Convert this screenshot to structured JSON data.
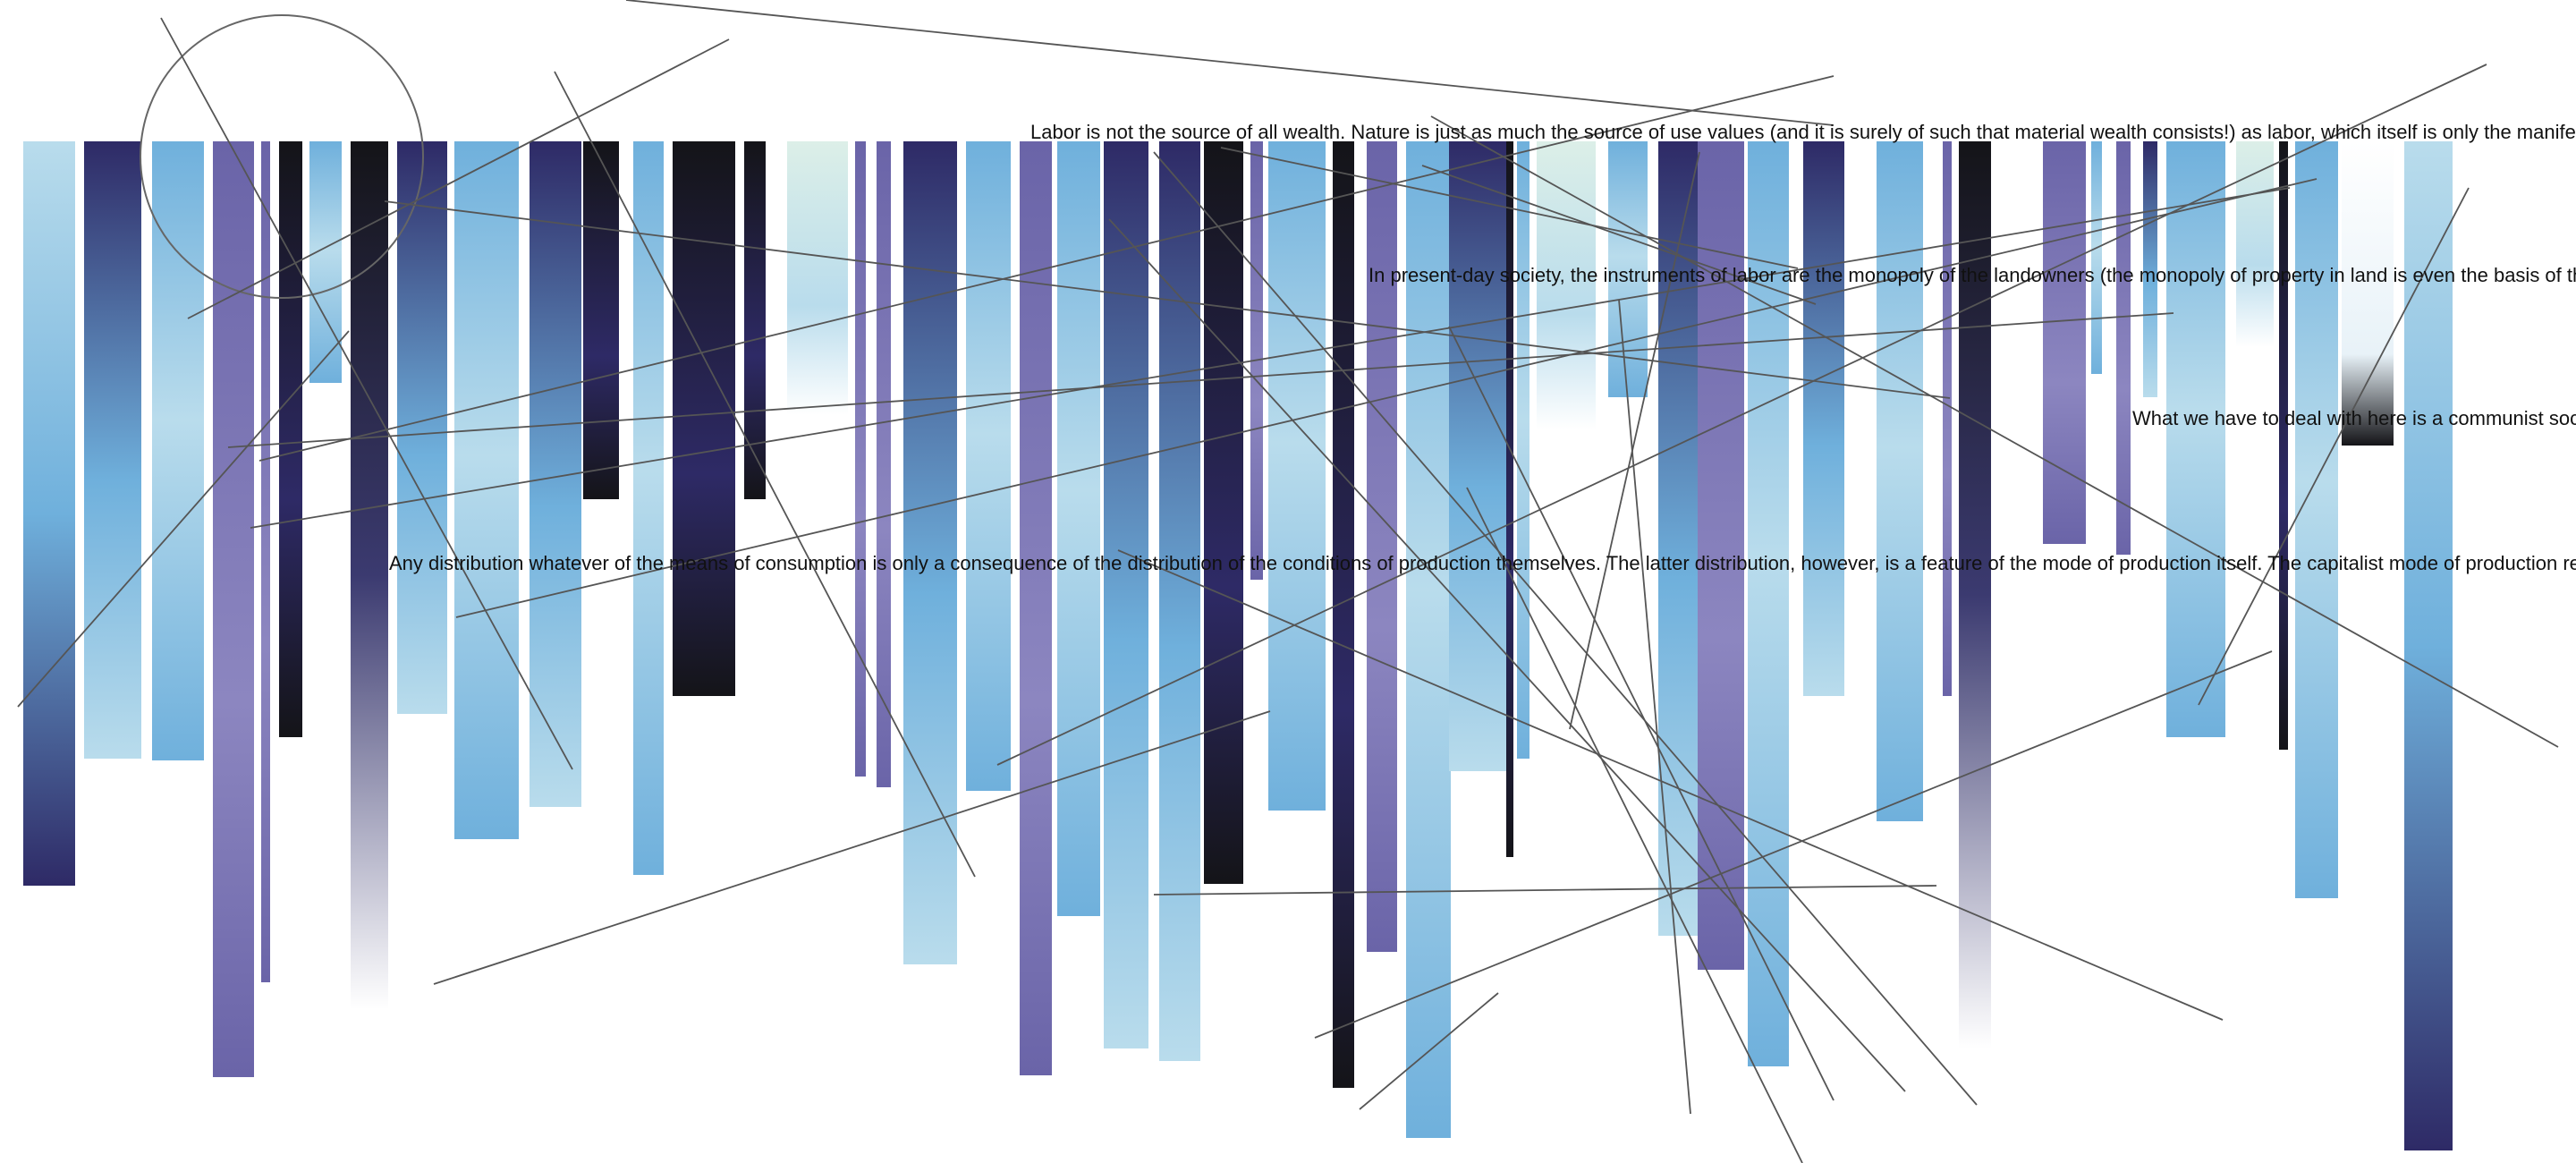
{
  "palette": {
    "background": "#ffffff",
    "sky_blue": "#6fb0dc",
    "pale_blue": "#b9dcec",
    "indigo": "#2e2a66",
    "violet": "#6a64a8",
    "black": "#141418",
    "line": "#555555"
  },
  "quotes": [
    "Labor is not the source of all wealth. Nature is just as much the source of use values (and it is surely of such that material wealth consists!) as labor, which itself is only the manifestation of a force of nature, human labor power.",
    "In present-day society, the instruments of labor are the monopoly of the landowners (the monopoly of property in land is even the basis of the monopoly of capital) and the capitalists.",
    "What we have to deal with here is a communist society, not as it has developed on its own foundations, but, on the contrary, just as it emerges from capitalist society.",
    "Any distribution whatever of the means of consumption is only a consequence of the distribution of the conditions of production themselves. The latter distribution, however, is a feature of the mode of production itself. The capitalist mode of production rests on the fact that the material conditions of production are in the hands of nonworkers."
  ]
}
